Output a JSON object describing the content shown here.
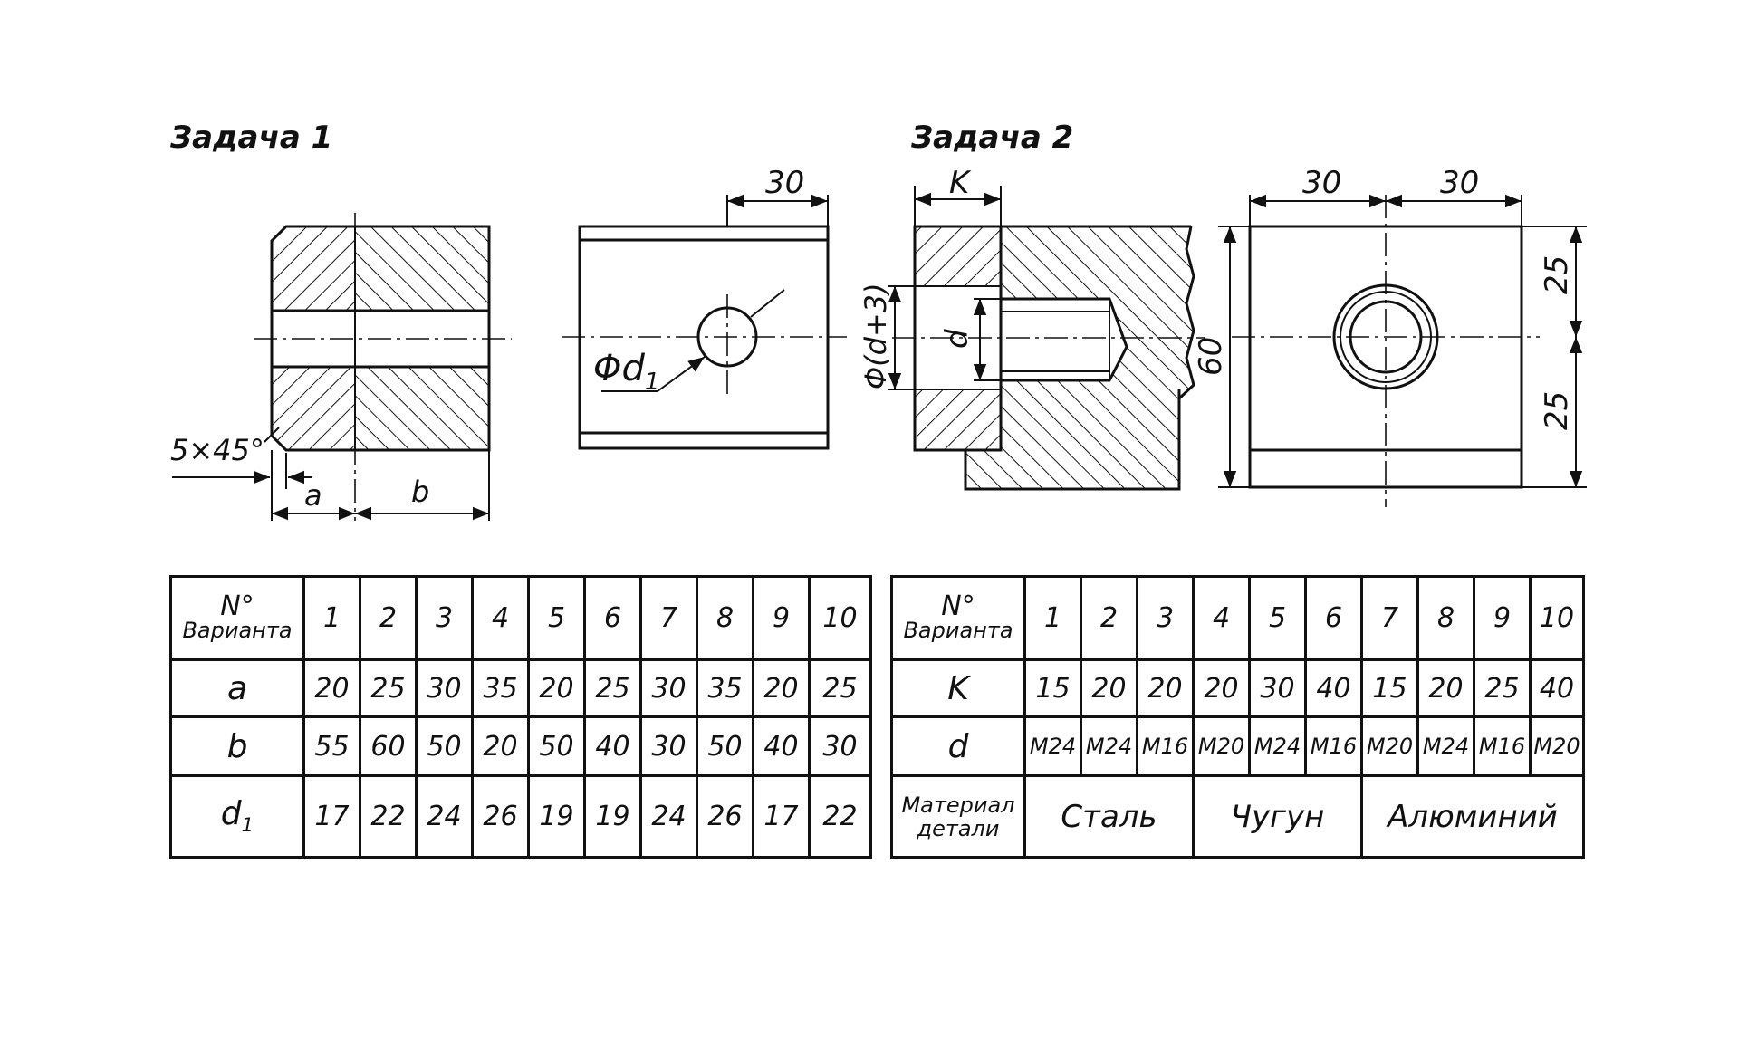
{
  "task1": {
    "title": "Задача 1",
    "dims": {
      "top": "30",
      "chamfer": "5×45°",
      "a": "a",
      "b": "b",
      "hole": "Φd",
      "hole_sub": "1"
    },
    "table": {
      "header_top": "N°",
      "header_bottom": "Варианта",
      "variants": [
        "1",
        "2",
        "3",
        "4",
        "5",
        "6",
        "7",
        "8",
        "9",
        "10"
      ],
      "rows": [
        {
          "label": "a",
          "values": [
            "20",
            "25",
            "30",
            "35",
            "20",
            "25",
            "30",
            "35",
            "20",
            "25"
          ]
        },
        {
          "label": "b",
          "values": [
            "55",
            "60",
            "50",
            "20",
            "50",
            "40",
            "30",
            "50",
            "40",
            "30"
          ]
        },
        {
          "label": "d",
          "label_sub": "1",
          "values": [
            "17",
            "22",
            "24",
            "26",
            "19",
            "19",
            "24",
            "26",
            "17",
            "22"
          ]
        }
      ]
    }
  },
  "task2": {
    "title": "Задача 2",
    "dims": {
      "k": "K",
      "thread_dia": "Φ(d+3)",
      "d": "d",
      "height": "60",
      "w1": "30",
      "w2": "30",
      "h1": "25",
      "h2": "25"
    },
    "table": {
      "header_top": "N°",
      "header_bottom": "Варианта",
      "variants": [
        "1",
        "2",
        "3",
        "4",
        "5",
        "6",
        "7",
        "8",
        "9",
        "10"
      ],
      "rows": [
        {
          "label": "K",
          "values": [
            "15",
            "20",
            "20",
            "20",
            "30",
            "40",
            "15",
            "20",
            "25",
            "40"
          ]
        },
        {
          "label": "d",
          "values": [
            "M24",
            "M24",
            "M16",
            "M20",
            "M24",
            "M16",
            "M20",
            "M24",
            "M16",
            "M20"
          ]
        }
      ],
      "material_label_1": "Материал",
      "material_label_2": "детали",
      "materials": [
        "Сталь",
        "Чугун",
        "Алюминий"
      ]
    }
  }
}
